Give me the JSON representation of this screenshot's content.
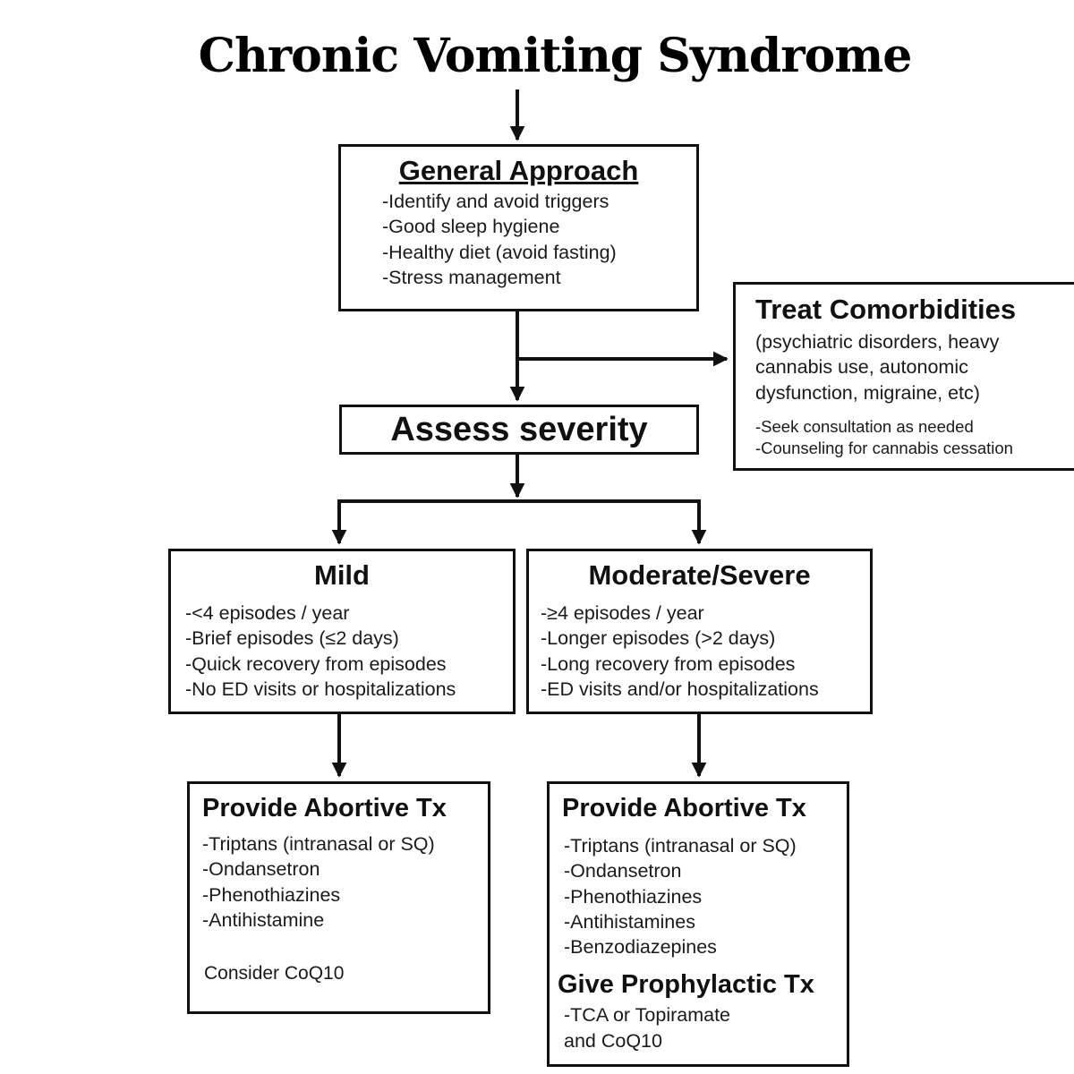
{
  "title": "Chronic Vomiting Syndrome",
  "general_approach": {
    "heading": "General Approach",
    "items": [
      "-Identify and avoid triggers",
      "-Good sleep hygiene",
      "-Healthy diet (avoid fasting)",
      "-Stress management"
    ]
  },
  "comorbidities": {
    "heading": "Treat Comorbidities",
    "description_lines": [
      "(psychiatric disorders, heavy",
      "cannabis use, autonomic",
      "dysfunction, migraine, etc)"
    ],
    "items": [
      "-Seek consultation as needed",
      "-Counseling for cannabis cessation"
    ]
  },
  "assess": {
    "label": "Assess severity"
  },
  "mild": {
    "heading": "Mild",
    "items": [
      "-<4 episodes / year",
      "-Brief episodes (≤2 days)",
      "-Quick recovery from episodes",
      "-No ED visits or hospitalizations"
    ]
  },
  "moderate": {
    "heading": "Moderate/Severe",
    "items": [
      "-≥4 episodes / year",
      "-Longer episodes (>2 days)",
      "-Long recovery from episodes",
      "-ED visits and/or hospitalizations"
    ]
  },
  "abortive_mild": {
    "heading": "Provide Abortive Tx",
    "items": [
      "-Triptans (intranasal or SQ)",
      "-Ondansetron",
      "-Phenothiazines",
      "-Antihistamine"
    ],
    "note": "Consider CoQ10"
  },
  "abortive_moderate": {
    "heading": "Provide Abortive Tx",
    "items": [
      "-Triptans (intranasal or SQ)",
      "-Ondansetron",
      "-Phenothiazines",
      "-Antihistamines",
      "-Benzodiazepines"
    ],
    "prophylactic_heading": "Give Prophylactic Tx",
    "prophylactic_items": [
      "-TCA or Topiramate",
      "and CoQ10"
    ]
  },
  "colors": {
    "line": "#111111",
    "title": "#000000",
    "background": "#ffffff"
  }
}
